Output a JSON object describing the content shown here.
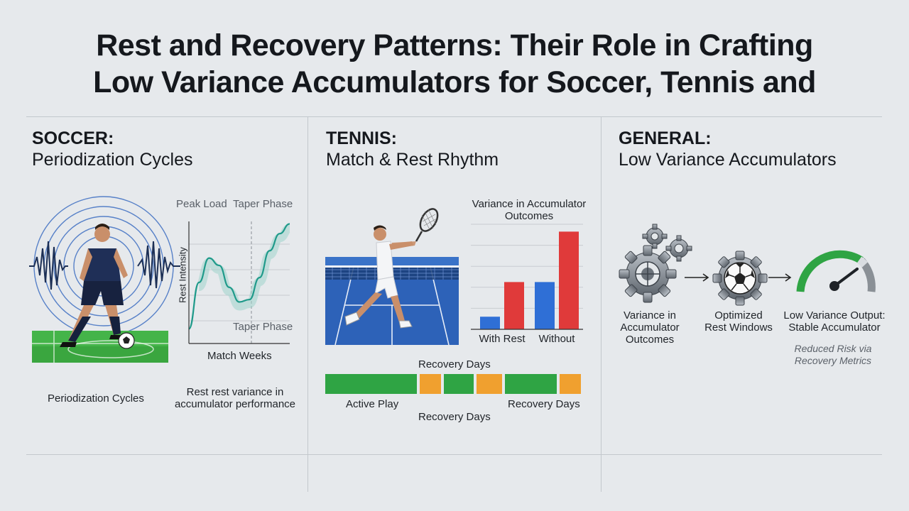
{
  "title": {
    "line1": "Rest and Recovery Patterns: Their Role in Crafting",
    "line2": "Low Variance Accumulators for Soccer, Tennis and"
  },
  "soccer": {
    "heading_key": "SOCCER:",
    "heading_sub": "Periodization Cycles",
    "chart": {
      "peak_load": "Peak Load",
      "taper_phase_top": "Taper Phase",
      "taper_phase_bottom": "Taper Phase",
      "ylabel": "Rest Intensity",
      "xlabel": "Match Weeks"
    },
    "caption_left": "Periodization Cycles",
    "caption_right_1": "Rest rest variance in",
    "caption_right_2": "accumulator performance"
  },
  "tennis": {
    "heading_key": "TENNIS:",
    "heading_sub": "Match & Rest Rhythm",
    "chart_title_1": "Variance in Accumulator",
    "chart_title_2": "Outcomes",
    "timeline_top": "Recovery Days",
    "timeline_active": "Active Play",
    "timeline_recovery_right": "Recovery Days",
    "timeline_bottom": "Recovery Days",
    "timeline_colors": {
      "active": "#2fa444",
      "recovery": "#f0a02f"
    }
  },
  "general": {
    "heading_key": "GENERAL:",
    "heading_sub": "Low Variance Accumulators",
    "step1": [
      "Variance in",
      "Accumulator",
      "Outcomes"
    ],
    "step2": [
      "Optimized",
      "Rest Windows"
    ],
    "step3": [
      "Low Variance Output:",
      "Stable Accumulator"
    ],
    "note": [
      "Reduced Risk via",
      "Recovery Metrics"
    ],
    "icons": [
      "gears-icon",
      "soccer-ball-gear-icon",
      "gauge-icon",
      "arrow-right-icon"
    ],
    "gauge_colors": {
      "green": "#2fa444",
      "gray": "#8a9096"
    }
  },
  "chart_data": [
    {
      "type": "bar",
      "title": "Variance in Accumulator Outcomes",
      "categories": [
        "With Rest",
        "Without"
      ],
      "series": [
        {
          "values": [
            1.2,
            4.5
          ],
          "color": "#2f6fd6"
        },
        {
          "values": [
            4.5,
            9.3
          ],
          "color": "#e03a3a"
        }
      ],
      "ylim": [
        0,
        10
      ],
      "grid": true,
      "ylabel": ""
    },
    {
      "type": "line",
      "title": "",
      "xlabel": "Match Weeks",
      "ylabel": "Rest Intensity",
      "x": [
        0,
        1,
        2,
        3,
        4,
        5,
        6,
        7,
        8,
        9,
        10
      ],
      "values": [
        1.2,
        5.0,
        7.0,
        6.4,
        4.6,
        3.4,
        3.6,
        5.4,
        7.6,
        9.0,
        9.8
      ],
      "ylim": [
        0,
        10
      ],
      "annotations": [
        "Peak Load",
        "Taper Phase",
        "Taper Phase"
      ],
      "grid": true
    }
  ]
}
